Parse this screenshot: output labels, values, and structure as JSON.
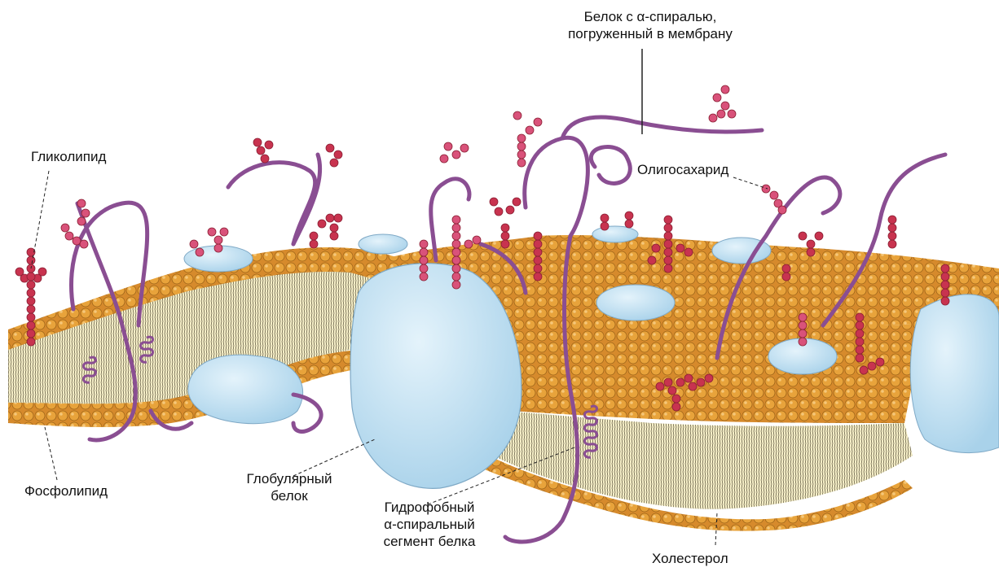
{
  "labels": {
    "glycolipid": "Гликолипид",
    "phospholipid": "Фосфолипид",
    "globular_protein_line1": "Глобулярный",
    "globular_protein_line2": "белок",
    "hydrophobic_line1": "Гидрофобный",
    "hydrophobic_line2": "α-спиральный",
    "hydrophobic_line3": "сегмент белка",
    "cholesterol": "Холестерол",
    "oligosaccharide": "Олигосахарид",
    "alpha_protein_line1": "Белок с α-спиралью,",
    "alpha_protein_line2": "погруженный в мембрану"
  },
  "colors": {
    "lipid_head": "#E8A33B",
    "lipid_head_dark": "#B9761C",
    "lipid_tails": "#F6EFC8",
    "protein": "#BFE0F2",
    "protein_edge": "#7FA9C6",
    "protein_chain": "#8A4E92",
    "sugar": "#C8334F",
    "sugar_pink": "#D9527A"
  }
}
